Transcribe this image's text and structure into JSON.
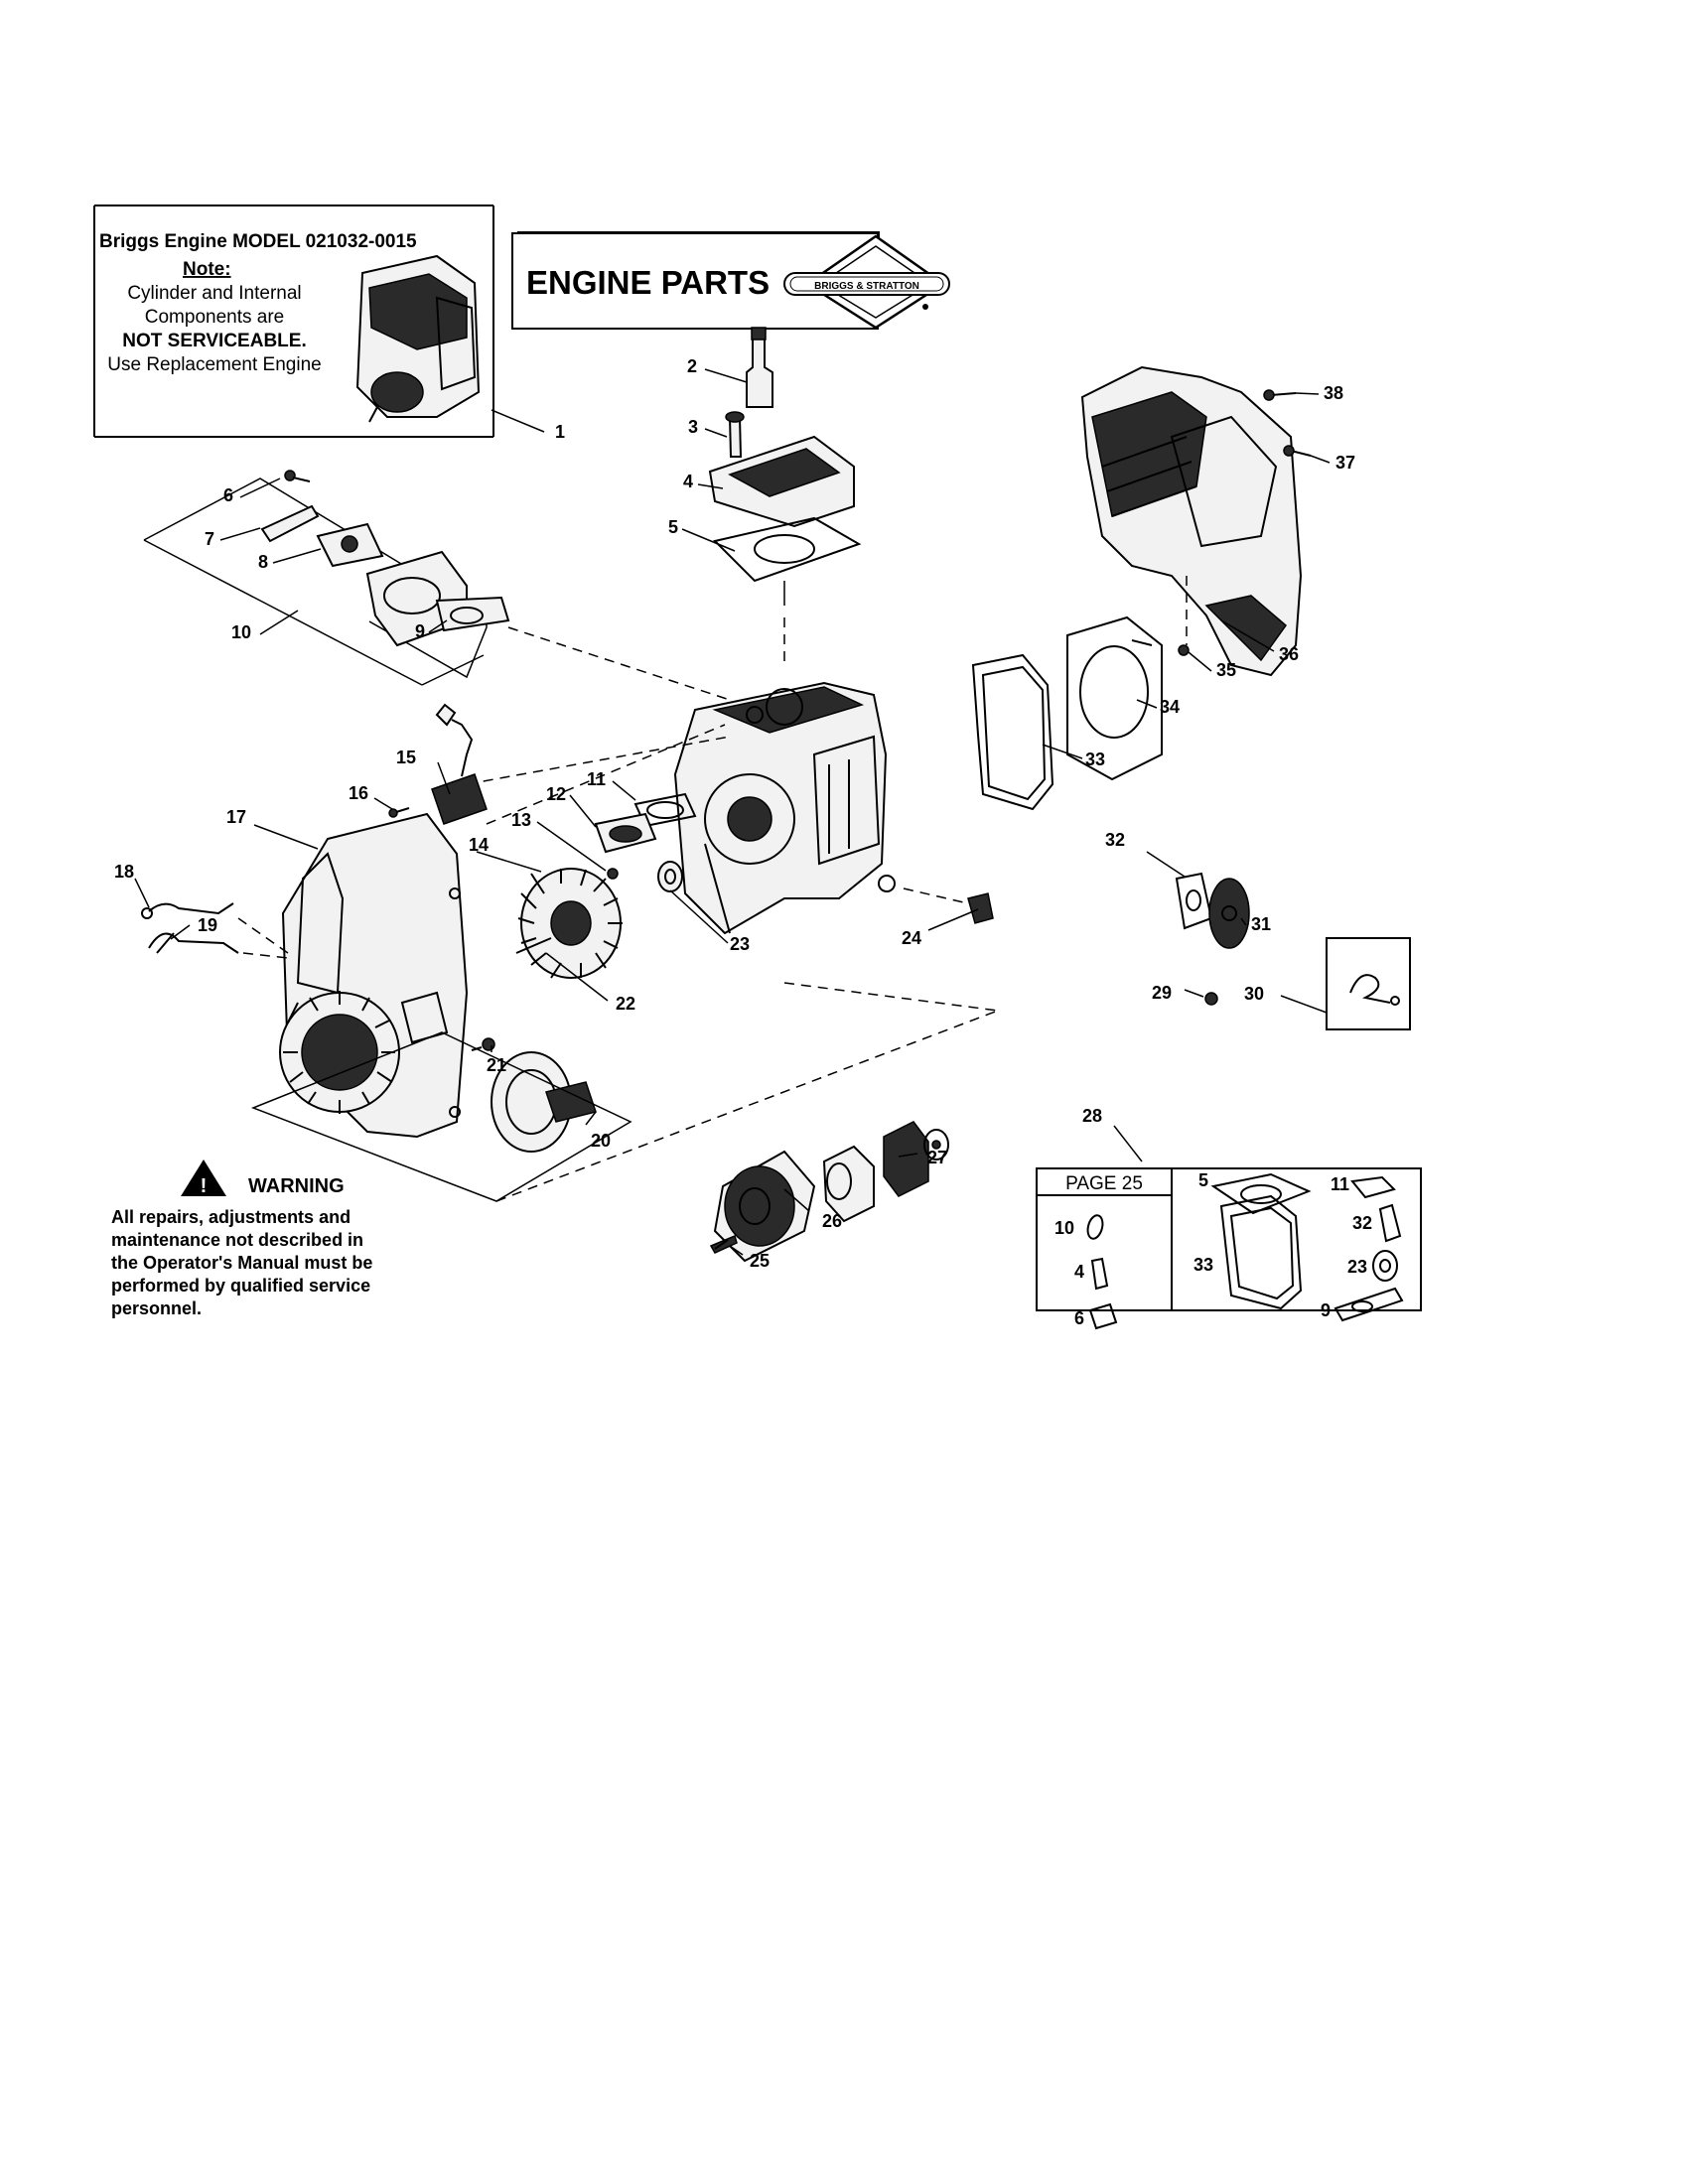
{
  "note_box": {
    "model_line": "Briggs Engine MODEL  021032-0015",
    "note_label": "Note:",
    "line1": "Cylinder and Internal",
    "line2": "Components are",
    "line3": "NOT SERVICEABLE.",
    "line4": "Use Replacement Engine"
  },
  "title_box": {
    "title": "ENGINE PARTS",
    "brand_logo_text": "BRIGGS & STRATTON"
  },
  "warning": {
    "title": "WARNING",
    "lines": [
      "All repairs, adjustments and",
      "maintenance not described in",
      "the Operator's Manual must be",
      "performed by qualified service",
      "personnel."
    ]
  },
  "kit_table": {
    "header": "PAGE 25",
    "left_items": [
      "10",
      "4",
      "6"
    ],
    "right_items": [
      "5",
      "11",
      "32",
      "33",
      "23",
      "9"
    ]
  },
  "callouts": [
    "1",
    "2",
    "3",
    "4",
    "5",
    "6",
    "7",
    "8",
    "9",
    "10",
    "11",
    "12",
    "13",
    "14",
    "15",
    "16",
    "17",
    "18",
    "19",
    "20",
    "21",
    "22",
    "23",
    "24",
    "25",
    "26",
    "27",
    "28",
    "29",
    "30",
    "31",
    "32",
    "33",
    "34",
    "35",
    "36",
    "37",
    "38"
  ]
}
